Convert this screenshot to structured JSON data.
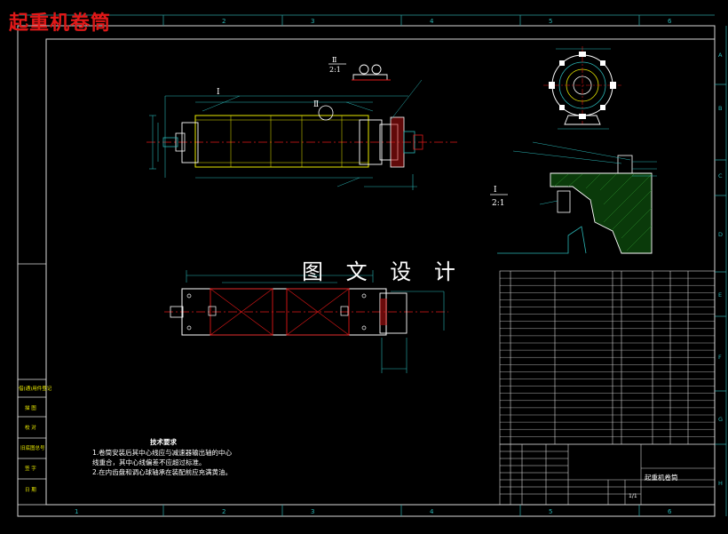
{
  "watermark": "起重机卷筒",
  "center_title": "图 文 设 计",
  "view_labels": {
    "detail1_mark": "Ⅰ",
    "detail2_mark": "Ⅱ",
    "detail2_label": "Ⅱ",
    "detail2_scale": "2:1",
    "detail1_label": "Ⅰ",
    "detail1_scale": "2:1"
  },
  "border_columns": [
    "1",
    "2",
    "3",
    "4",
    "5",
    "6"
  ],
  "border_rows": [
    "A",
    "B",
    "C",
    "D",
    "E",
    "F",
    "G",
    "H"
  ],
  "tech_requirements": {
    "heading": "技术要求",
    "items": [
      "1.卷筒安装后其中心线应与减速器输出轴的中心线重合，其中心线偏差不应超过标准。",
      "2.在内齿盘和调心球轴承在装配前应充满黄油。"
    ]
  },
  "title_block": {
    "drawing_title": "起重机卷筒",
    "sheet": "1/1"
  },
  "left_block_labels": [
    "借(通)用件登记",
    "描 图",
    "校 对",
    "旧底图总号",
    "签 字",
    "日 期"
  ]
}
